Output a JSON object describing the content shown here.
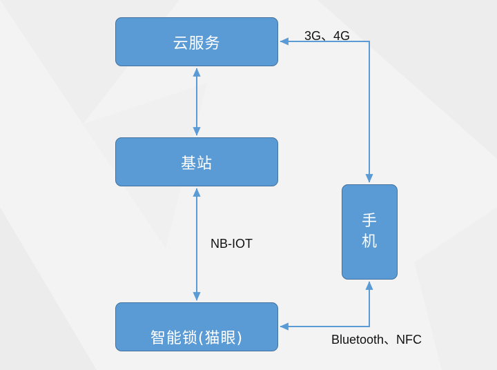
{
  "diagram": {
    "nodes": {
      "cloud": "云服务",
      "base_station": "基站",
      "lock": "智能锁(猫眼)",
      "phone_line1": "手",
      "phone_line2": "机"
    },
    "edge_labels": {
      "cloud_phone": "3G、4G",
      "base_lock": "NB-IOT",
      "lock_phone": "Bluetooth、NFC"
    },
    "colors": {
      "node_fill": "#5b9bd5",
      "node_border": "#41719c",
      "edge": "#5b9bd5",
      "background": "#f3f3f3"
    }
  }
}
